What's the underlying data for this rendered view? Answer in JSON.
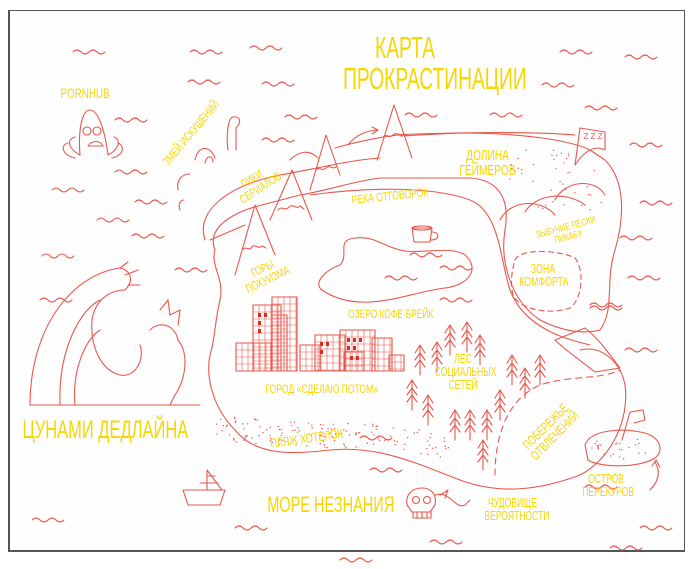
{
  "title": {
    "line1": "КАРТА",
    "line2": "ПРОКРАСТИНАЦИИ"
  },
  "labels": {
    "pornhub": "PORNHUB",
    "snakes": "ЗМЕЙ ИСКУШЕНИЙ",
    "peaks": [
      "ПИКИ",
      "СЕРИАЛОВ"
    ],
    "river": "РЕКА ОТГОВОРОК",
    "valley": [
      "ДОЛИНА",
      "ГЕЙМЕРОВ"
    ],
    "mountains": [
      "ГОРЫ",
      "ПОХУИЗМА"
    ],
    "sands": [
      "ЗЫБУЧИЕ ПЕСКИ",
      "ПИКАБУ"
    ],
    "comfort": [
      "ЗОНА",
      "КОМФОРТА"
    ],
    "lake": "ОЗЕРО КОФЕ-БРЕЙК",
    "city": "ГОРОД «СДЕЛАЮ ПОТОМ»",
    "forest": [
      "ЛЕС",
      "СОЦИАЛЬНЫХ",
      "СЕТЕЙ"
    ],
    "tsunami": "ЦУНАМИ ДЕДЛАЙНА",
    "beach": "ПЛЯЖ ХОТЕЛОК",
    "coast": [
      "ПОБЕРЕЖЬЕ",
      "ОТВЛЕЧЕНИЙ"
    ],
    "sea": "МОРЕ НЕЗНАНИЯ",
    "monster": [
      "ЧУДОВИЩЕ",
      "ВЕРОЯТНОСТИ"
    ],
    "island": [
      "ОСТРОВ",
      "ПЕРЕКУРОВ"
    ],
    "flag_text": "Z Z Z"
  },
  "colors": {
    "line": "#e8574c",
    "text": "#f7d600",
    "fill": "#e02a20"
  }
}
